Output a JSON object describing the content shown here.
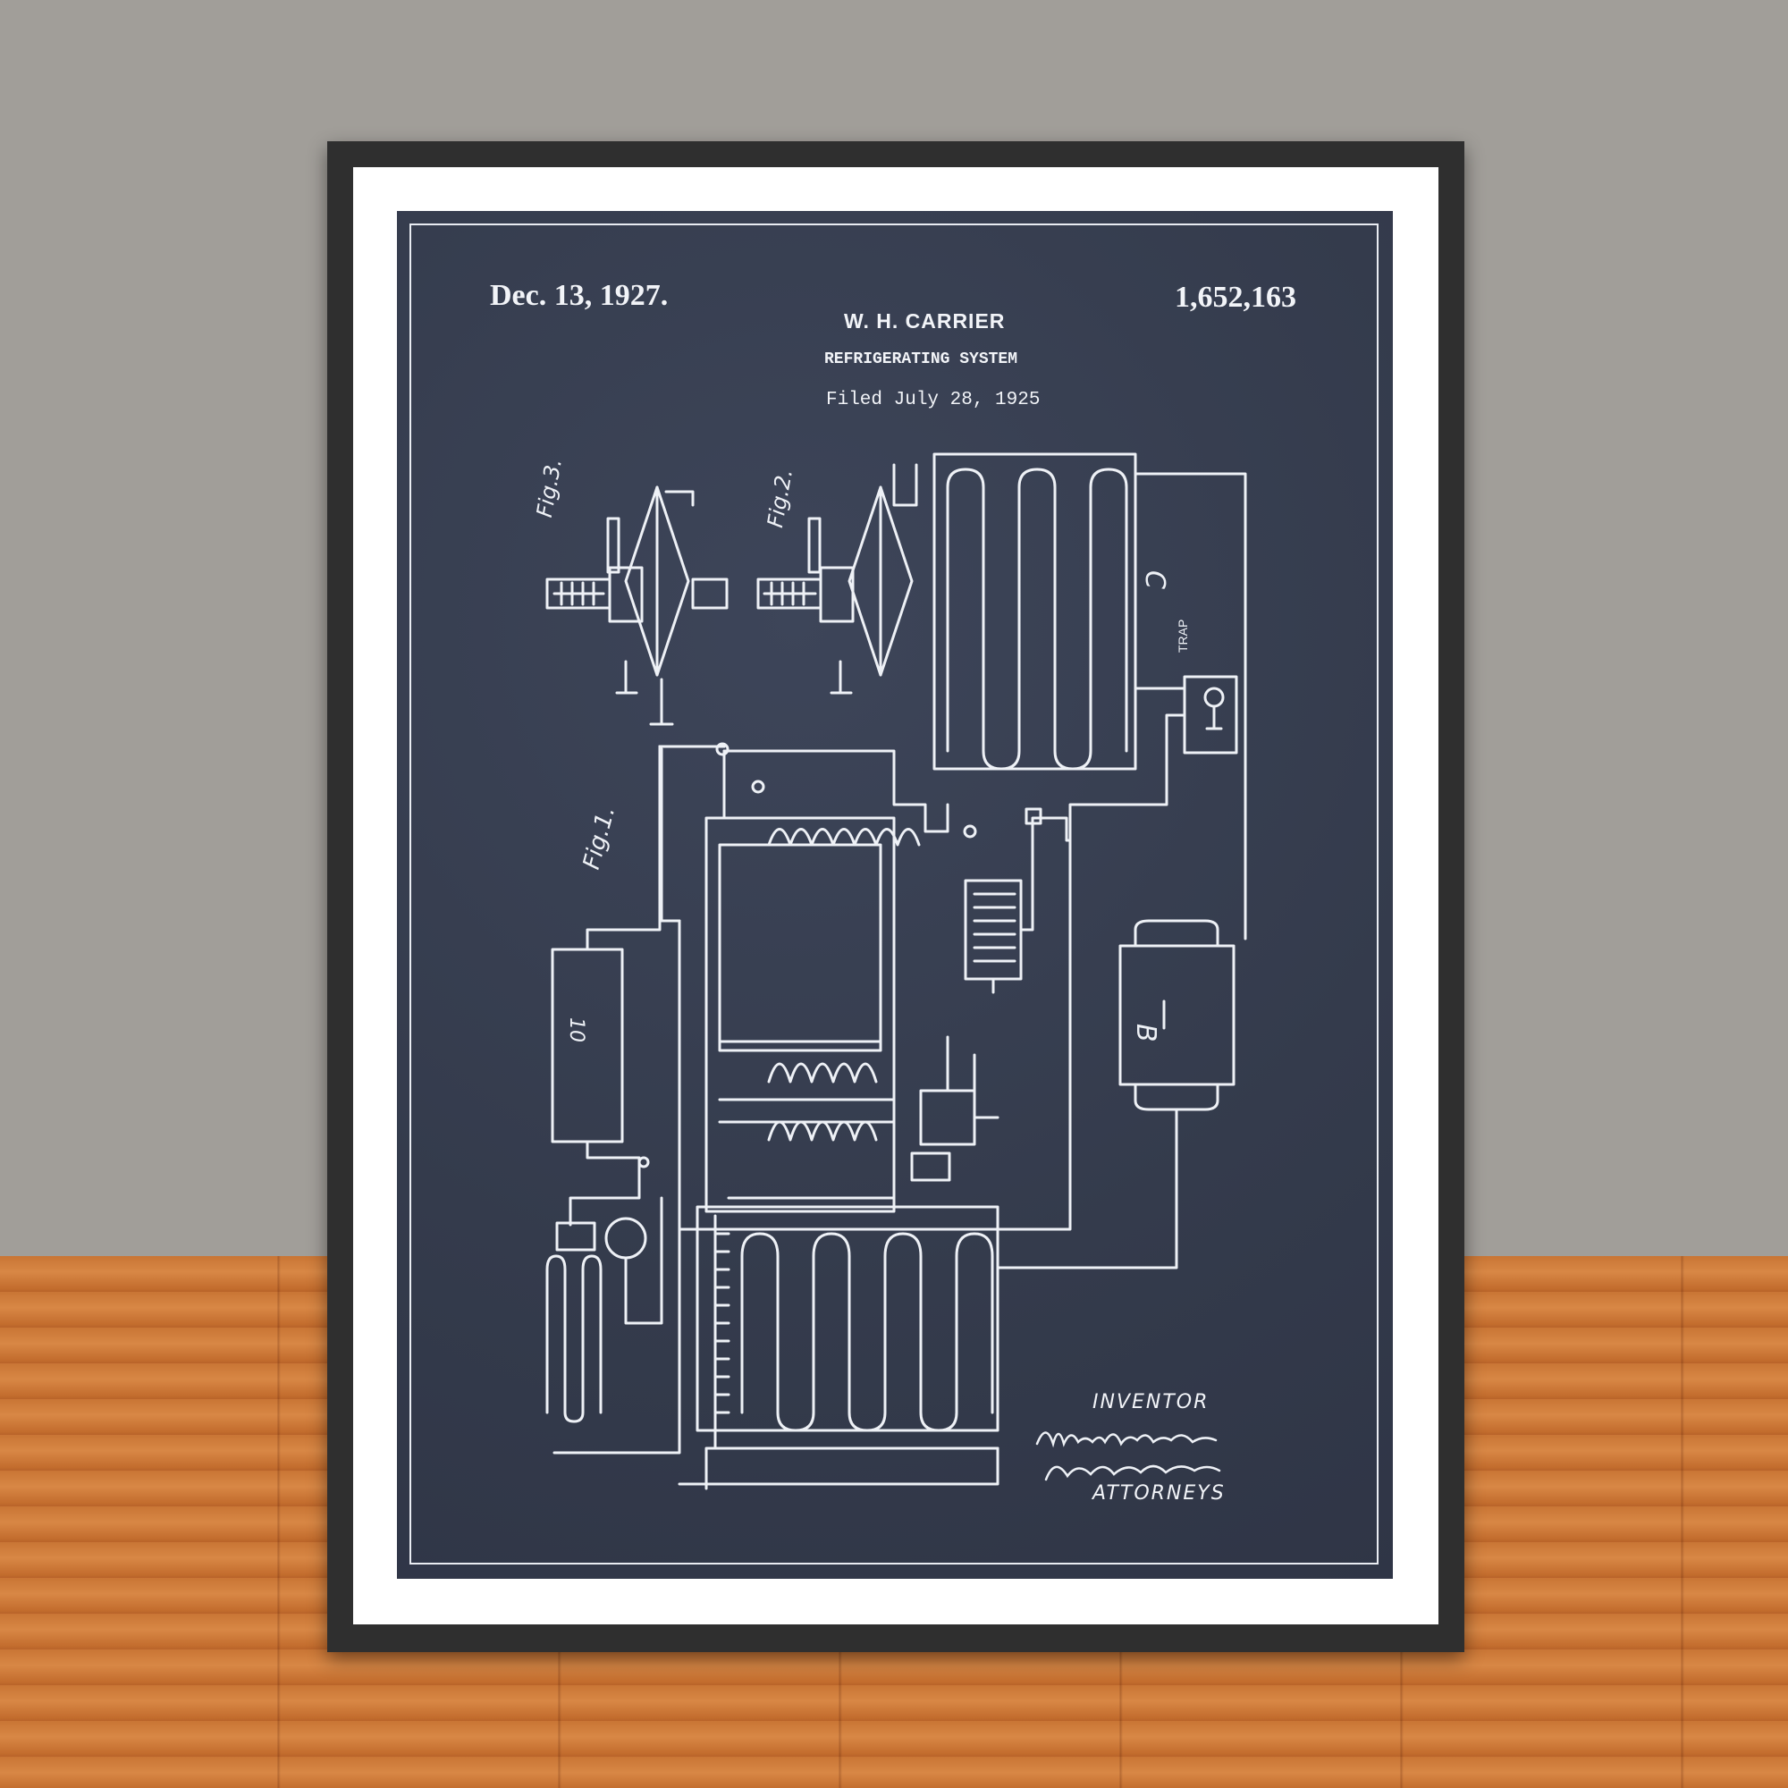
{
  "patent": {
    "date": "Dec. 13, 1927.",
    "number": "1,652,163",
    "inventor": "W. H. CARRIER",
    "title": "REFRIGERATING SYSTEM",
    "filed": "Filed July 28, 1925"
  },
  "signature": {
    "inventor_label": "INVENTOR",
    "attorneys_label": "ATTORNEYS"
  },
  "figures": {
    "fig1": "Fig.1.",
    "fig2": "Fig.2.",
    "fig3": "Fig.3."
  },
  "components": {
    "condenser": "C",
    "trap": "TRAP",
    "box_b": "B",
    "box_10": "10"
  },
  "colors": {
    "poster_bg": "#363d4f",
    "line": "#eef1f6",
    "frame": "#2f2f2f",
    "wall": "#a19e99",
    "floor": "#c97535"
  }
}
